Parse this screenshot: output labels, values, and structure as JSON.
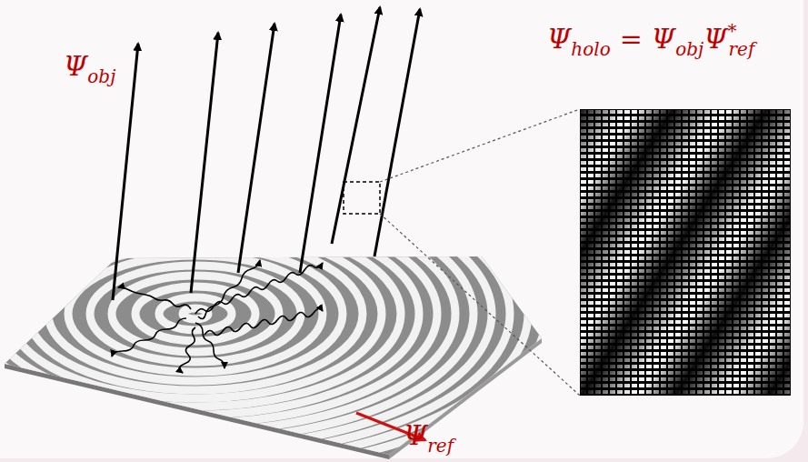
{
  "diagram": {
    "labels": [
      "Ψ",
      "obj",
      "Ψ",
      "holo",
      "=",
      "Ψ",
      "obj",
      "Ψ",
      "*",
      "ref",
      "Ψ",
      "ref"
    ]
  }
}
